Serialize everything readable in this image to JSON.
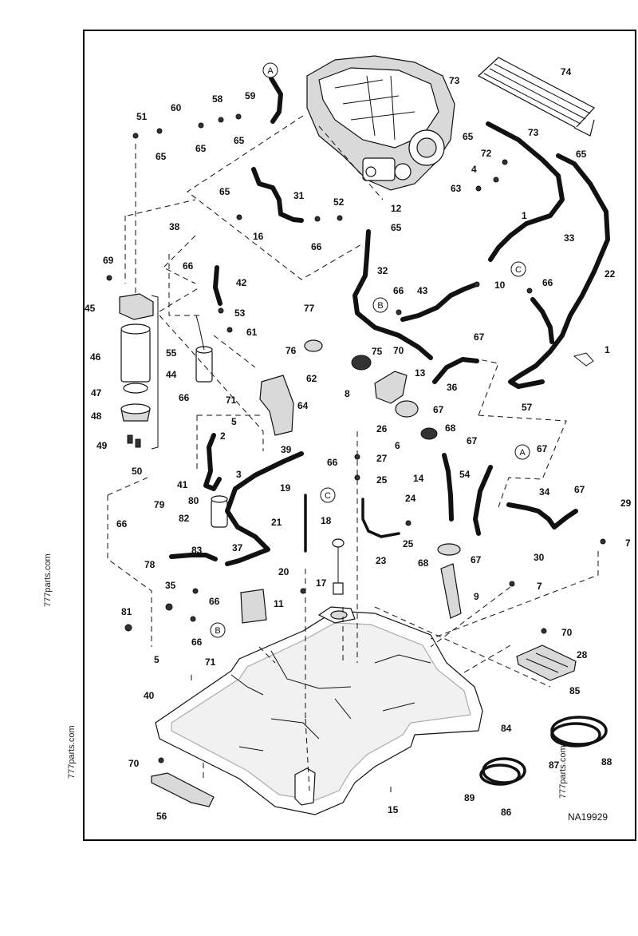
{
  "diagram": {
    "figure_code": "NA19929",
    "watermarks": [
      "777parts.com",
      "777parts.com",
      "777parts.com"
    ],
    "part_numbers": [
      "1",
      "2",
      "3",
      "4",
      "5",
      "6",
      "7",
      "8",
      "9",
      "10",
      "11",
      "12",
      "13",
      "14",
      "15",
      "16",
      "17",
      "18",
      "19",
      "20",
      "21",
      "22",
      "23",
      "24",
      "25",
      "26",
      "27",
      "28",
      "29",
      "30",
      "31",
      "32",
      "33",
      "34",
      "35",
      "36",
      "37",
      "38",
      "39",
      "40",
      "41",
      "42",
      "43",
      "44",
      "45",
      "46",
      "47",
      "48",
      "49",
      "50",
      "51",
      "52",
      "53",
      "54",
      "55",
      "56",
      "57",
      "58",
      "59",
      "60",
      "61",
      "62",
      "63",
      "64",
      "65",
      "66",
      "67",
      "68",
      "69",
      "70",
      "71",
      "72",
      "73",
      "74",
      "75",
      "76",
      "77",
      "78",
      "79",
      "80",
      "81",
      "82",
      "83",
      "84",
      "85",
      "86",
      "87",
      "88",
      "89"
    ],
    "callout_letters": [
      "A",
      "B",
      "C"
    ]
  }
}
